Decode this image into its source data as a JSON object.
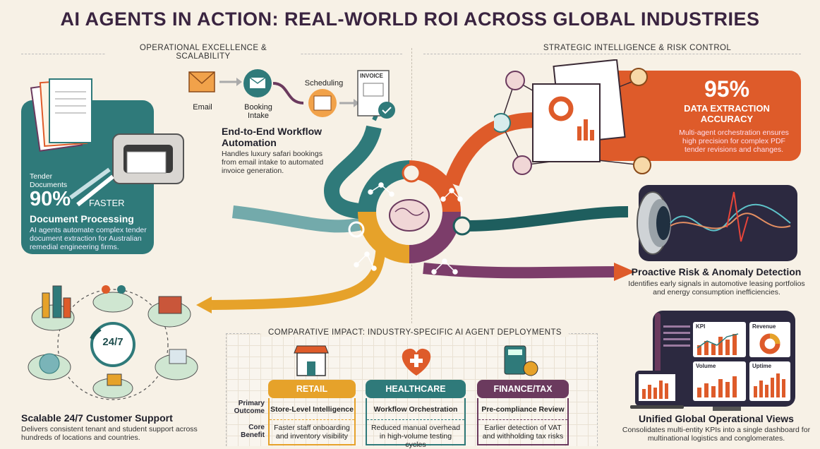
{
  "title": "AI AGENTS IN ACTION: REAL-WORLD ROI ACROSS GLOBAL INDUSTRIES",
  "sections": {
    "left_header": "OPERATIONAL EXCELLENCE & SCALABILITY",
    "right_header": "STRATEGIC INTELLIGENCE & RISK CONTROL",
    "bottom_header": "COMPARATIVE IMPACT: INDUSTRY-SPECIFIC AI AGENT DEPLOYMENTS"
  },
  "tender": {
    "label": "Tender Documents",
    "stat_big": "90%",
    "stat_word": "FASTER",
    "stat_title": "Document Processing",
    "desc": "AI agents automate complex tender document extraction for Australian remedial engineering firms."
  },
  "workflow": {
    "email": "Email",
    "booking": "Booking Intake",
    "scheduling": "Scheduling",
    "invoice": "INVOICE",
    "title": "End-to-End Workflow Automation",
    "desc": "Handles luxury safari bookings from email intake to automated invoice generation."
  },
  "accuracy": {
    "big": "95%",
    "title": "DATA EXTRACTION ACCURACY",
    "desc": "Multi-agent orchestration ensures high precision for complex PDF tender revisions and changes."
  },
  "risk": {
    "title": "Proactive Risk & Anomaly Detection",
    "desc": "Identifies early signals in automotive leasing portfolios and energy consumption inefficiencies."
  },
  "support": {
    "center": "24/7",
    "title": "Scalable 24/7 Customer Support",
    "desc": "Delivers consistent tenant and student support across hundreds of locations and countries."
  },
  "dashboard": {
    "labels": [
      "KPI",
      "Revenue",
      "Volume",
      "Uptime"
    ],
    "title": "Unified Global Operational Views",
    "desc": "Consolidates multi-entity KPIs into a single dashboard for multinational logistics and conglomerates."
  },
  "comparison": {
    "row_labels": [
      "Primary Outcome",
      "Core Benefit"
    ],
    "columns": [
      {
        "name": "RETAIL",
        "outcome": "Store-Level Intelligence",
        "benefit": "Faster staff onboarding and inventory visibility",
        "color": "#e6a22a"
      },
      {
        "name": "HEALTHCARE",
        "outcome": "Workflow Orchestration",
        "benefit": "Reduced manual overhead in high-volume testing cycles",
        "color": "#2f7a7a"
      },
      {
        "name": "FINANCE/TAX",
        "outcome": "Pre-compliance Review",
        "benefit": "Earlier detection of VAT and withholding tax risks",
        "color": "#6b3a5e"
      }
    ]
  },
  "colors": {
    "teal": "#2f7a7a",
    "orange": "#de5b2a",
    "gold": "#e6a22a",
    "plum": "#6b3a5e",
    "dark": "#2c2940"
  }
}
